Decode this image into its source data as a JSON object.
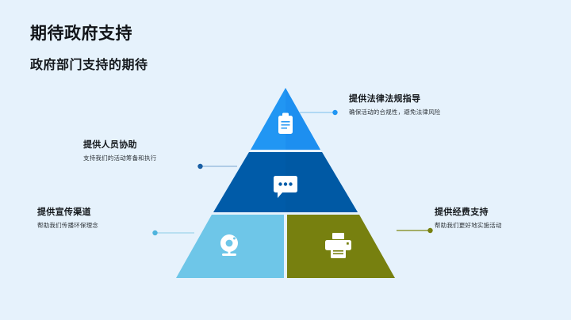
{
  "slide": {
    "title": "期待政府支持",
    "subtitle": "政府部门支持的期待",
    "background_color": "#e6f2fc"
  },
  "pyramid": {
    "tiers": [
      {
        "id": "legal",
        "icon": "clipboard-icon",
        "color": "#2196f3",
        "callout_title": "提供法律法规指导",
        "callout_desc": "确保活动的合规性，避免法律风险",
        "connector_color": "#2196f3"
      },
      {
        "id": "staff",
        "icon": "chat-bubble-icon",
        "color": "#005ba8",
        "callout_title": "提供人员协助",
        "callout_desc": "支持我们的活动筹备和执行",
        "connector_color": "#005ba8"
      },
      {
        "id": "channel",
        "icon": "webcam-icon",
        "color": "#6ec6e8",
        "callout_title": "提供宣传渠道",
        "callout_desc": "帮助我们传播环保理念",
        "connector_color": "#6ec6e8"
      },
      {
        "id": "funding",
        "icon": "printer-icon",
        "color": "#77800f",
        "callout_title": "提供经费支持",
        "callout_desc": "帮助我们更好地实施活动",
        "connector_color": "#77800f"
      }
    ]
  }
}
